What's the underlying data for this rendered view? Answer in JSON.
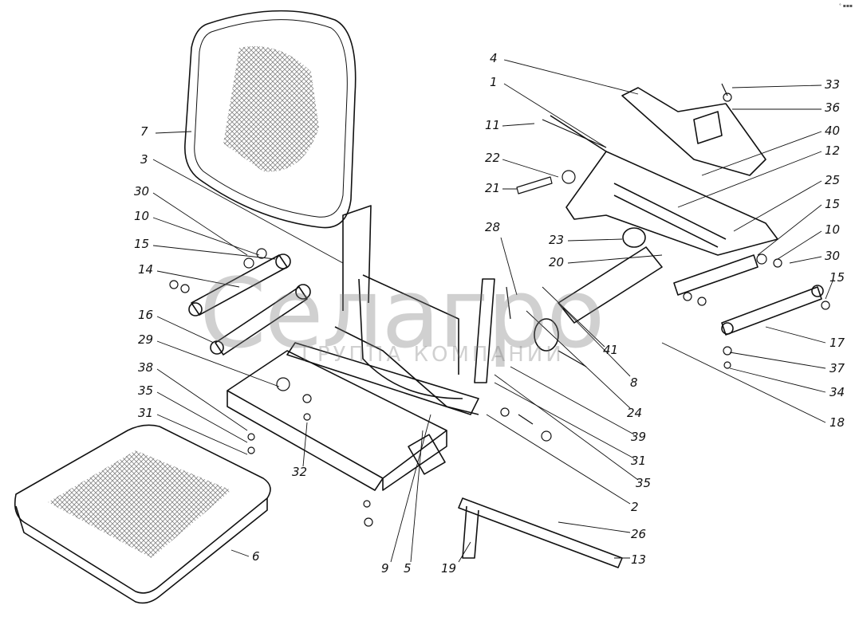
{
  "watermark": {
    "brand": "Селагро",
    "subtitle": "ГРУППА КОМПАНИИ"
  },
  "corner_mark": "° ▪▪▪",
  "callouts": {
    "left": [
      "7",
      "3",
      "30",
      "10",
      "15",
      "14",
      "16",
      "29",
      "38",
      "35",
      "31"
    ],
    "bottom": [
      "32",
      "6",
      "9",
      "5",
      "19"
    ],
    "center": [
      "4",
      "1",
      "11",
      "22",
      "21",
      "28",
      "23",
      "20",
      "41",
      "8",
      "24",
      "39",
      "31",
      "35",
      "2",
      "26",
      "13"
    ],
    "right": [
      "33",
      "36",
      "40",
      "12",
      "25",
      "15",
      "10",
      "30",
      "15",
      "17",
      "37",
      "34",
      "18"
    ]
  }
}
